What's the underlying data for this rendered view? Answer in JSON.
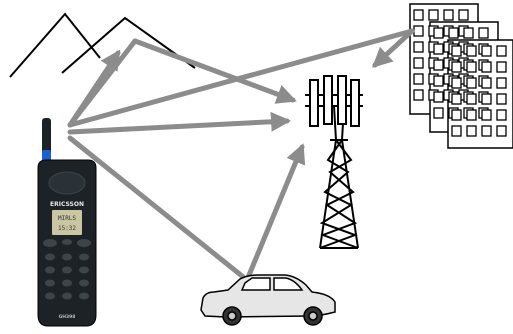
{
  "colors": {
    "arrow": "#8c8c8c",
    "line": "#000000",
    "background": "#ffffff",
    "phone_body": "#1c2226",
    "antenna_tip": "#1b5fd0",
    "lcd": "#c9c7a2"
  },
  "phone": {
    "brand": "ERICSSON",
    "model": "GH398",
    "display_line1": "MIRLS",
    "display_line2": "15:32"
  },
  "icons": {
    "mountains": "mountains-icon",
    "tower": "cell-tower-icon",
    "buildings": "buildings-icon",
    "phone": "mobile-phone-icon",
    "car": "car-icon"
  }
}
